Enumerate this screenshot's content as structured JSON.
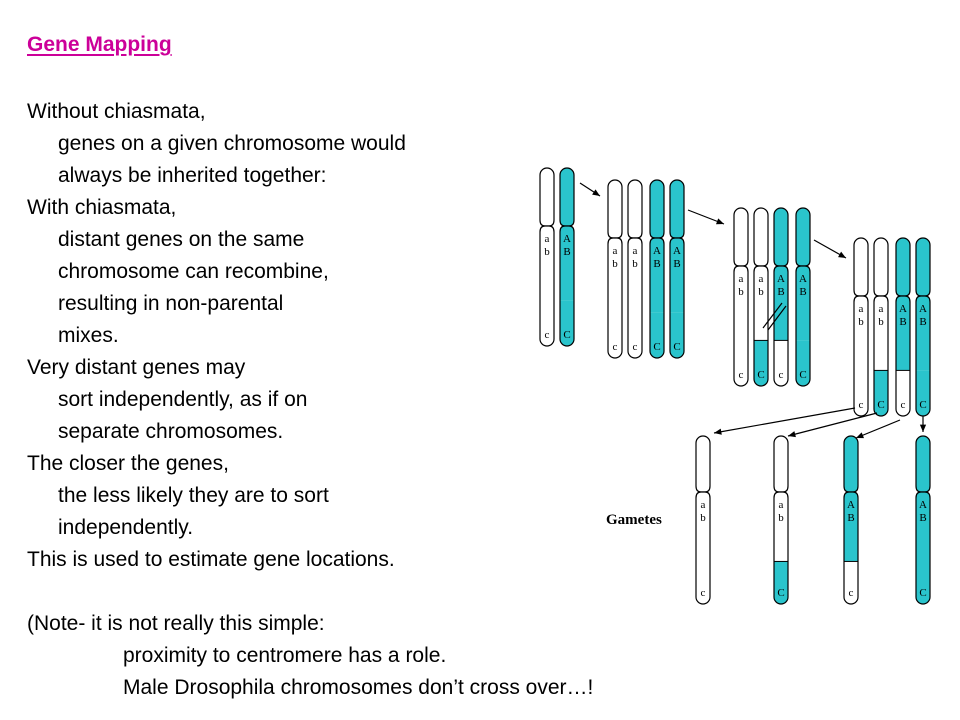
{
  "slide": {
    "title": "Gene Mapping",
    "lines": [
      {
        "text": "Without chiasmata,",
        "indent": 0
      },
      {
        "text": "genes on a given chromosome would",
        "indent": 1
      },
      {
        "text": "always be inherited together:",
        "indent": 1
      },
      {
        "text": "With chiasmata,",
        "indent": 0
      },
      {
        "text": "distant genes on the same",
        "indent": 1
      },
      {
        "text": "chromosome can recombine,",
        "indent": 1
      },
      {
        "text": "resulting in non-parental",
        "indent": 1
      },
      {
        "text": "mixes.",
        "indent": 1
      },
      {
        "text": "Very distant genes may",
        "indent": 0
      },
      {
        "text": "sort independently, as if on",
        "indent": 1
      },
      {
        "text": "separate chromosomes.",
        "indent": 1
      },
      {
        "text": "The closer the genes,",
        "indent": 0
      },
      {
        "text": "the less likely they are to sort",
        "indent": 1
      },
      {
        "text": "independently.",
        "indent": 1
      },
      {
        "text": "This is used to estimate gene locations.",
        "indent": 0
      },
      {
        "text": "",
        "indent": 0
      },
      {
        "text": "(Note- it is not really this simple:",
        "indent": 0
      },
      {
        "text": "proximity to centromere has a role.",
        "indent": 2
      },
      {
        "text": "Male Drosophila chromosomes don’t cross over…!",
        "indent": 2
      }
    ]
  },
  "diagram": {
    "gametes_label": "Gametes",
    "alleles": {
      "recessive": [
        "a",
        "b",
        "c"
      ],
      "dominant": [
        "A",
        "B",
        "C"
      ]
    },
    "colors": {
      "dominant_fill": "#2ac4cc",
      "recessive_fill": "#ffffff",
      "outline": "#000000"
    },
    "stages": [
      {
        "name": "homologs",
        "chromatids": [
          [
            "r",
            "r"
          ],
          [
            "d",
            "d"
          ]
        ]
      },
      {
        "name": "replicated",
        "chromatids": [
          [
            "r",
            "r"
          ],
          [
            "r",
            "r"
          ],
          [
            "d",
            "d"
          ],
          [
            "d",
            "d"
          ]
        ]
      },
      {
        "name": "crossing-over",
        "chromatids": [
          [
            "r",
            "r"
          ],
          [
            "r",
            "d"
          ],
          [
            "d",
            "r"
          ],
          [
            "d",
            "d"
          ]
        ]
      },
      {
        "name": "recombined",
        "chromatids": [
          [
            "r",
            "r"
          ],
          [
            "r",
            "d"
          ],
          [
            "d",
            "r"
          ],
          [
            "d",
            "d"
          ]
        ]
      }
    ],
    "gametes": [
      [
        "r",
        "r"
      ],
      [
        "r",
        "d"
      ],
      [
        "d",
        "r"
      ],
      [
        "d",
        "d"
      ]
    ]
  }
}
